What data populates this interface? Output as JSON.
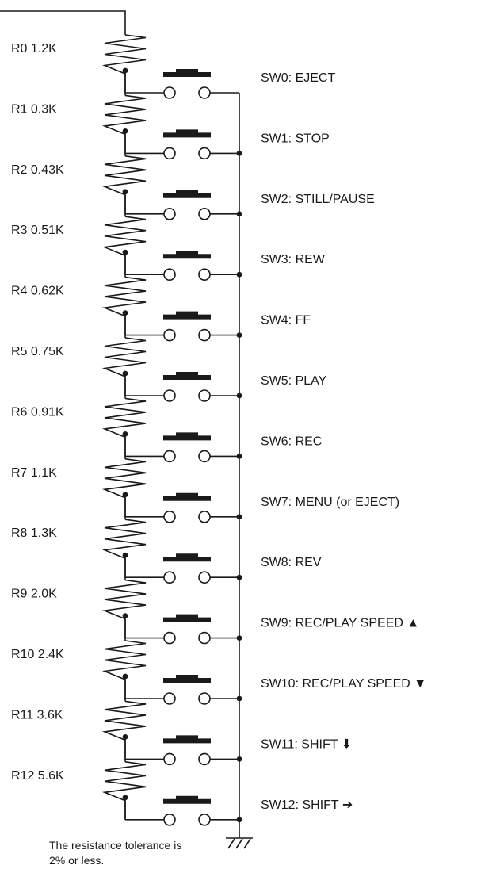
{
  "colors": {
    "ink": "#1a1a1a",
    "background": "#ffffff"
  },
  "stages": [
    {
      "resistor": "R0 1.2K",
      "switch": "SW0: EJECT"
    },
    {
      "resistor": "R1 0.3K",
      "switch": "SW1: STOP"
    },
    {
      "resistor": "R2 0.43K",
      "switch": "SW2: STILL/PAUSE"
    },
    {
      "resistor": "R3 0.51K",
      "switch": "SW3: REW"
    },
    {
      "resistor": "R4 0.62K",
      "switch": "SW4: FF"
    },
    {
      "resistor": "R5 0.75K",
      "switch": "SW5: PLAY"
    },
    {
      "resistor": "R6 0.91K",
      "switch": "SW6: REC"
    },
    {
      "resistor": "R7 1.1K",
      "switch": "SW7: MENU (or EJECT)"
    },
    {
      "resistor": "R8 1.3K",
      "switch": "SW8: REV"
    },
    {
      "resistor": "R9 2.0K",
      "switch": "SW9: REC/PLAY SPEED ▲"
    },
    {
      "resistor": "R10 2.4K",
      "switch": "SW10: REC/PLAY SPEED ▼"
    },
    {
      "resistor": "R11 3.6K",
      "switch": "SW11: SHIFT ⬇"
    },
    {
      "resistor": "R12 5.6K",
      "switch": "SW12: SHIFT ➔"
    }
  ],
  "note": {
    "line1": "The resistance tolerance is",
    "line2": "2% or less."
  },
  "icons": {
    "ground": "ground-symbol-icon"
  }
}
